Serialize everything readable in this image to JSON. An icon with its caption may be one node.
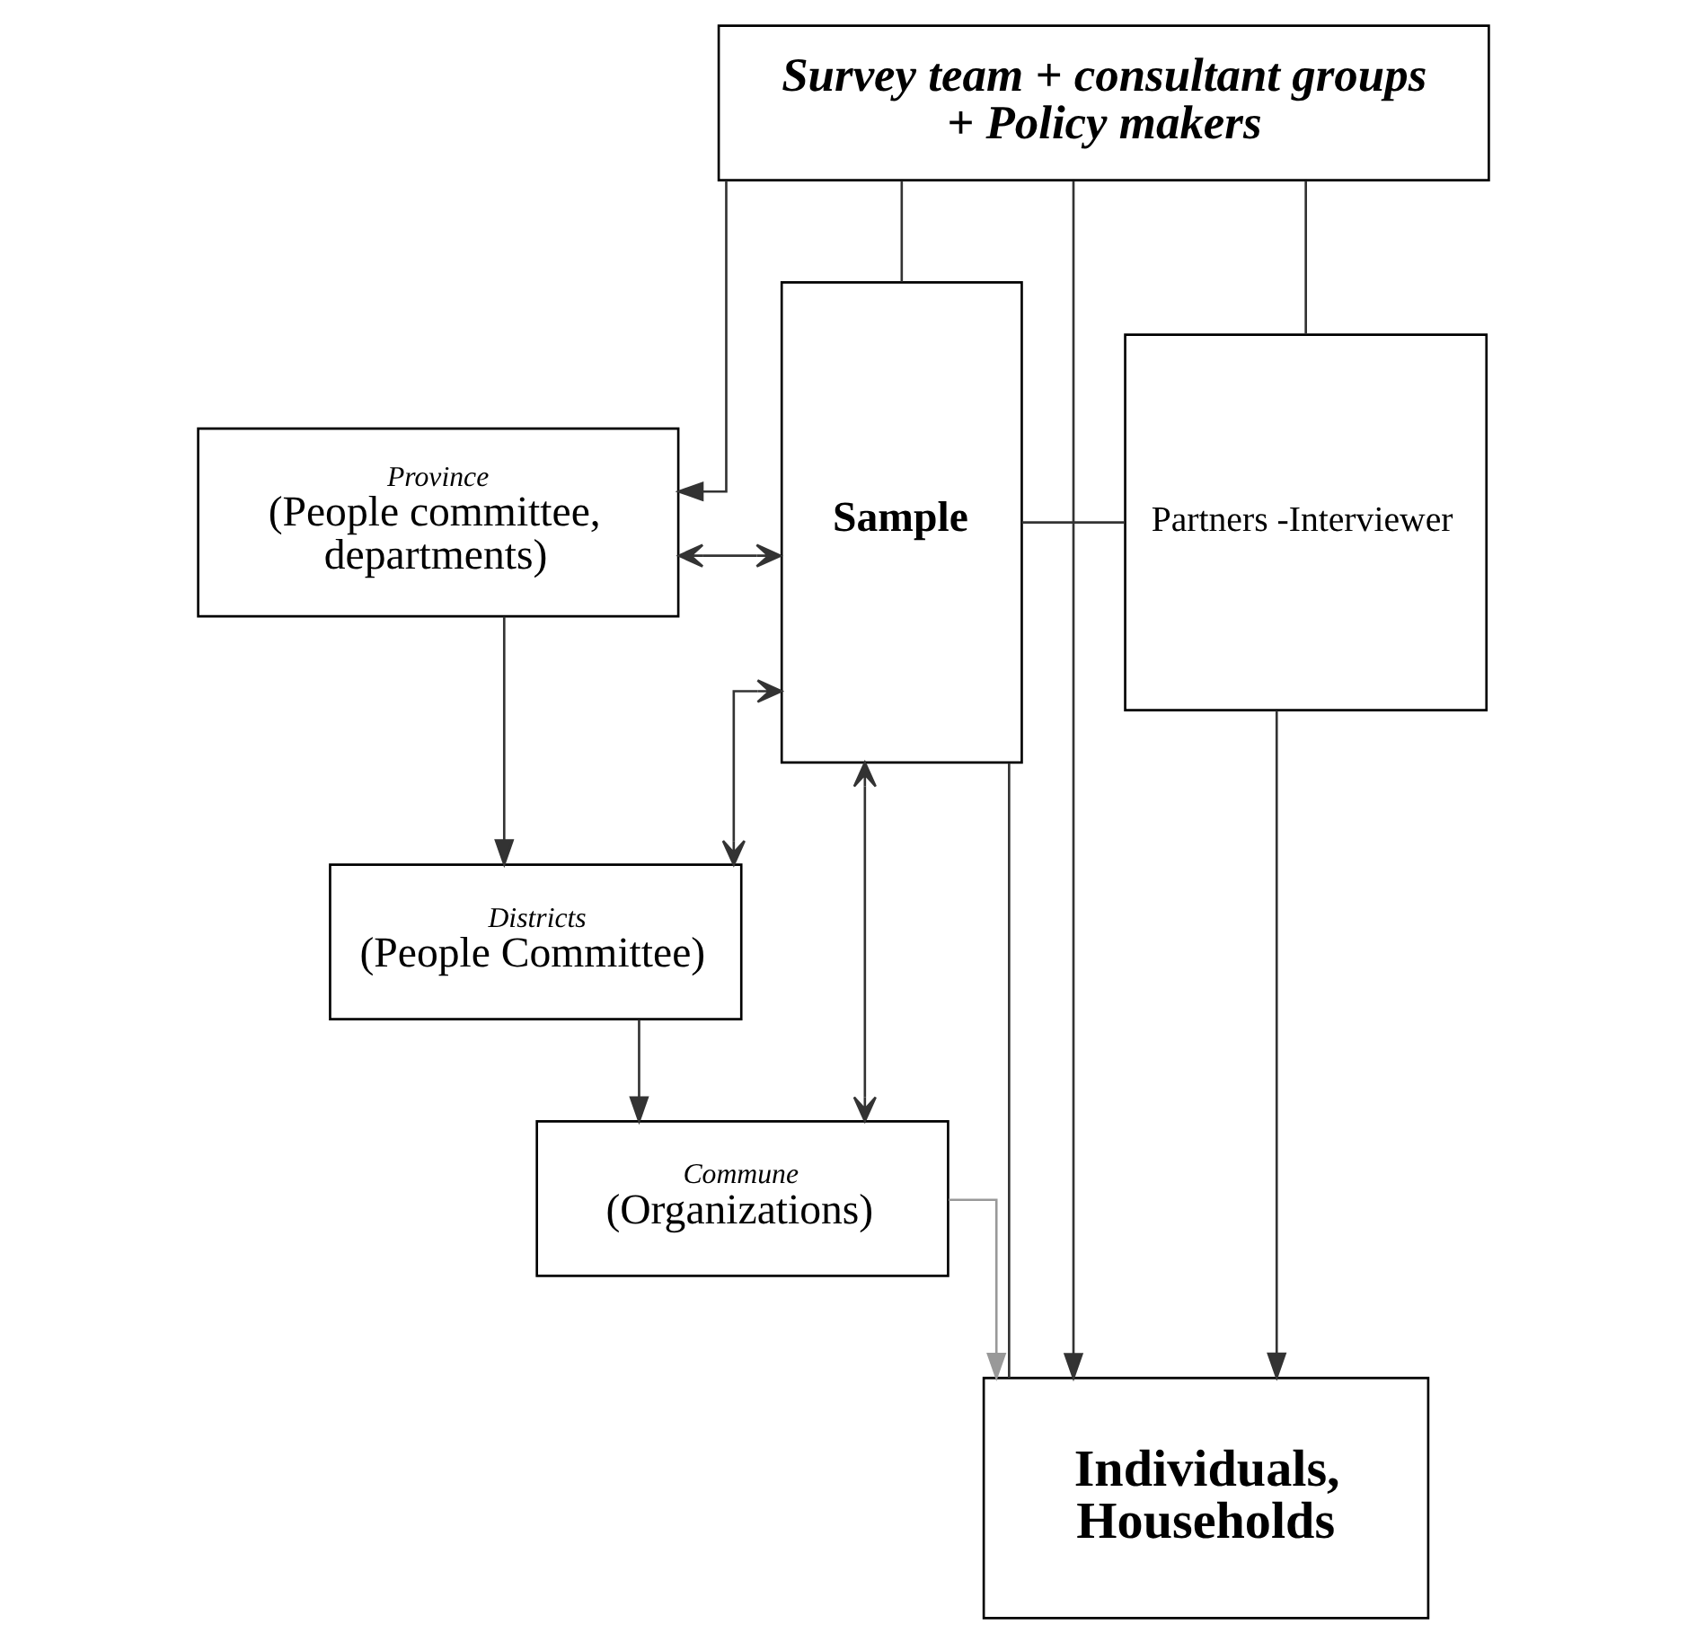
{
  "diagram": {
    "nodes": [
      {
        "text": [
          "Survey team + consultant groups + Policy makers"
        ]
      },
      {
        "text": [
          "Province",
          "(People committee, departments)"
        ]
      },
      {
        "text": [
          "Districts",
          "(People Committee)"
        ]
      },
      {
        "text": [
          "Commune",
          "(Organizations)"
        ]
      },
      {
        "text": [
          "Sample"
        ]
      },
      {
        "text": [
          "Partners -Interviewer"
        ]
      },
      {
        "text": [
          "Individuals, Households"
        ]
      }
    ],
    "edges": [
      {
        "from": 0,
        "to": 1,
        "arrow": "to"
      },
      {
        "from": 0,
        "to": 4,
        "arrow": "none"
      },
      {
        "from": 0,
        "to": 5,
        "arrow": "none"
      },
      {
        "from": 0,
        "to": 6,
        "arrow": "to"
      },
      {
        "from": 1,
        "to": 2,
        "arrow": "to"
      },
      {
        "from": 2,
        "to": 3,
        "arrow": "to"
      },
      {
        "from": 3,
        "to": 6,
        "arrow": "to",
        "color": "#999999"
      },
      {
        "from": 1,
        "to": 4,
        "arrow": "both"
      },
      {
        "from": 2,
        "to": 4,
        "arrow": "both"
      },
      {
        "from": 3,
        "to": 4,
        "arrow": "both"
      },
      {
        "from": 4,
        "to": 5,
        "arrow": "none"
      },
      {
        "from": 4,
        "to": 6,
        "arrow": "none"
      },
      {
        "from": 5,
        "to": 6,
        "arrow": "to"
      }
    ]
  }
}
